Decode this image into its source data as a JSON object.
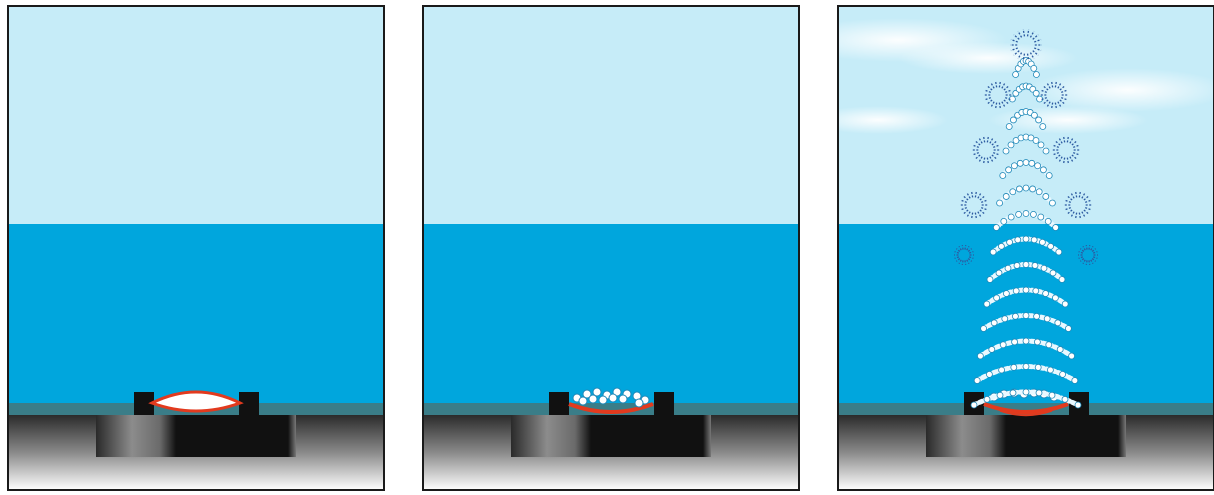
{
  "figure": {
    "panels": [
      {
        "id": "panel-1",
        "stage": "membrane-flat",
        "droplets": false,
        "fountain": false,
        "clouds": false
      },
      {
        "id": "panel-2",
        "stage": "membrane-droplets",
        "droplets": true,
        "fountain": false,
        "clouds": false
      },
      {
        "id": "panel-3",
        "stage": "fountain",
        "droplets": true,
        "fountain": true,
        "clouds": true
      }
    ],
    "colors": {
      "sky": "#c6ecf8",
      "water": "#00a6dd",
      "waterline": "#3a7d88",
      "frame": "#1a1a1a",
      "membrane": "#e23a1e",
      "droplet": "#ffffff",
      "droplet_outline": "#1f88b8",
      "mist": "#2c5aa0"
    }
  }
}
